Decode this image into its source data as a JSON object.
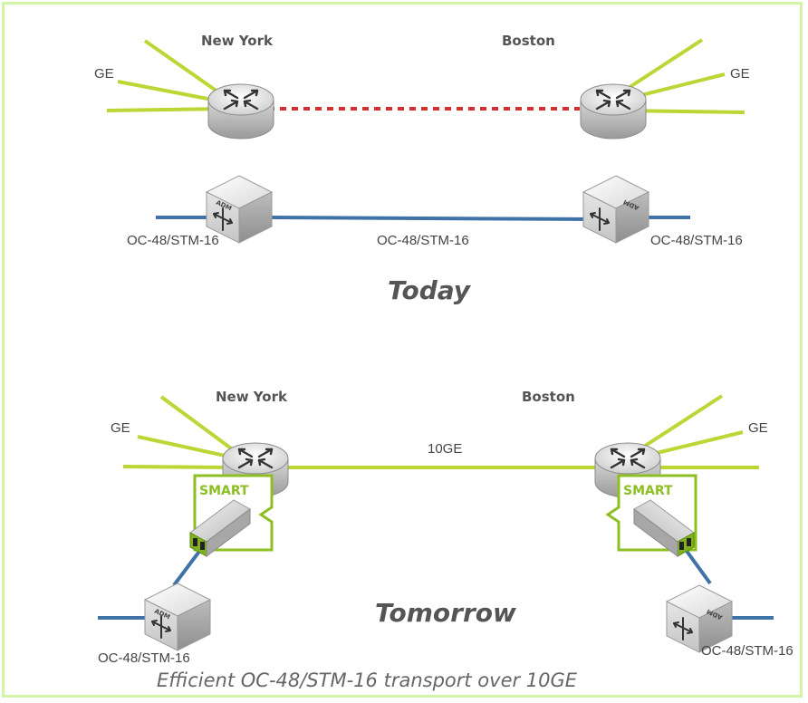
{
  "colors": {
    "ge_link": "#bcd636",
    "sonet_link": "#3f73a8",
    "dotted_link": "#d32f2f",
    "frame": "#d2f5a8",
    "smart_green": "#8dbf22"
  },
  "today": {
    "heading": "Today",
    "city_left": "New York",
    "city_right": "Boston",
    "ge_left": "GE",
    "ge_right": "GE",
    "oc_left": "OC-48/STM-16",
    "oc_middle": "OC-48/STM-16",
    "oc_right": "OC-48/STM-16",
    "adm_left": "ADM",
    "adm_right": "ADM"
  },
  "tomorrow": {
    "heading": "Tomorrow",
    "city_left": "New York",
    "city_right": "Boston",
    "ge_left": "GE",
    "ge_right": "GE",
    "link_label": "10GE",
    "oc_left": "OC-48/STM-16",
    "oc_right": "OC-48/STM-16",
    "adm_left": "ADM",
    "adm_right": "ADM",
    "smart_left": "SMART",
    "smart_right": "SMART"
  },
  "caption": "Efficient OC-48/STM-16 transport over 10GE",
  "icons": [
    "router-icon",
    "adm-icon",
    "sfp-transceiver-icon",
    "smart-logo"
  ]
}
